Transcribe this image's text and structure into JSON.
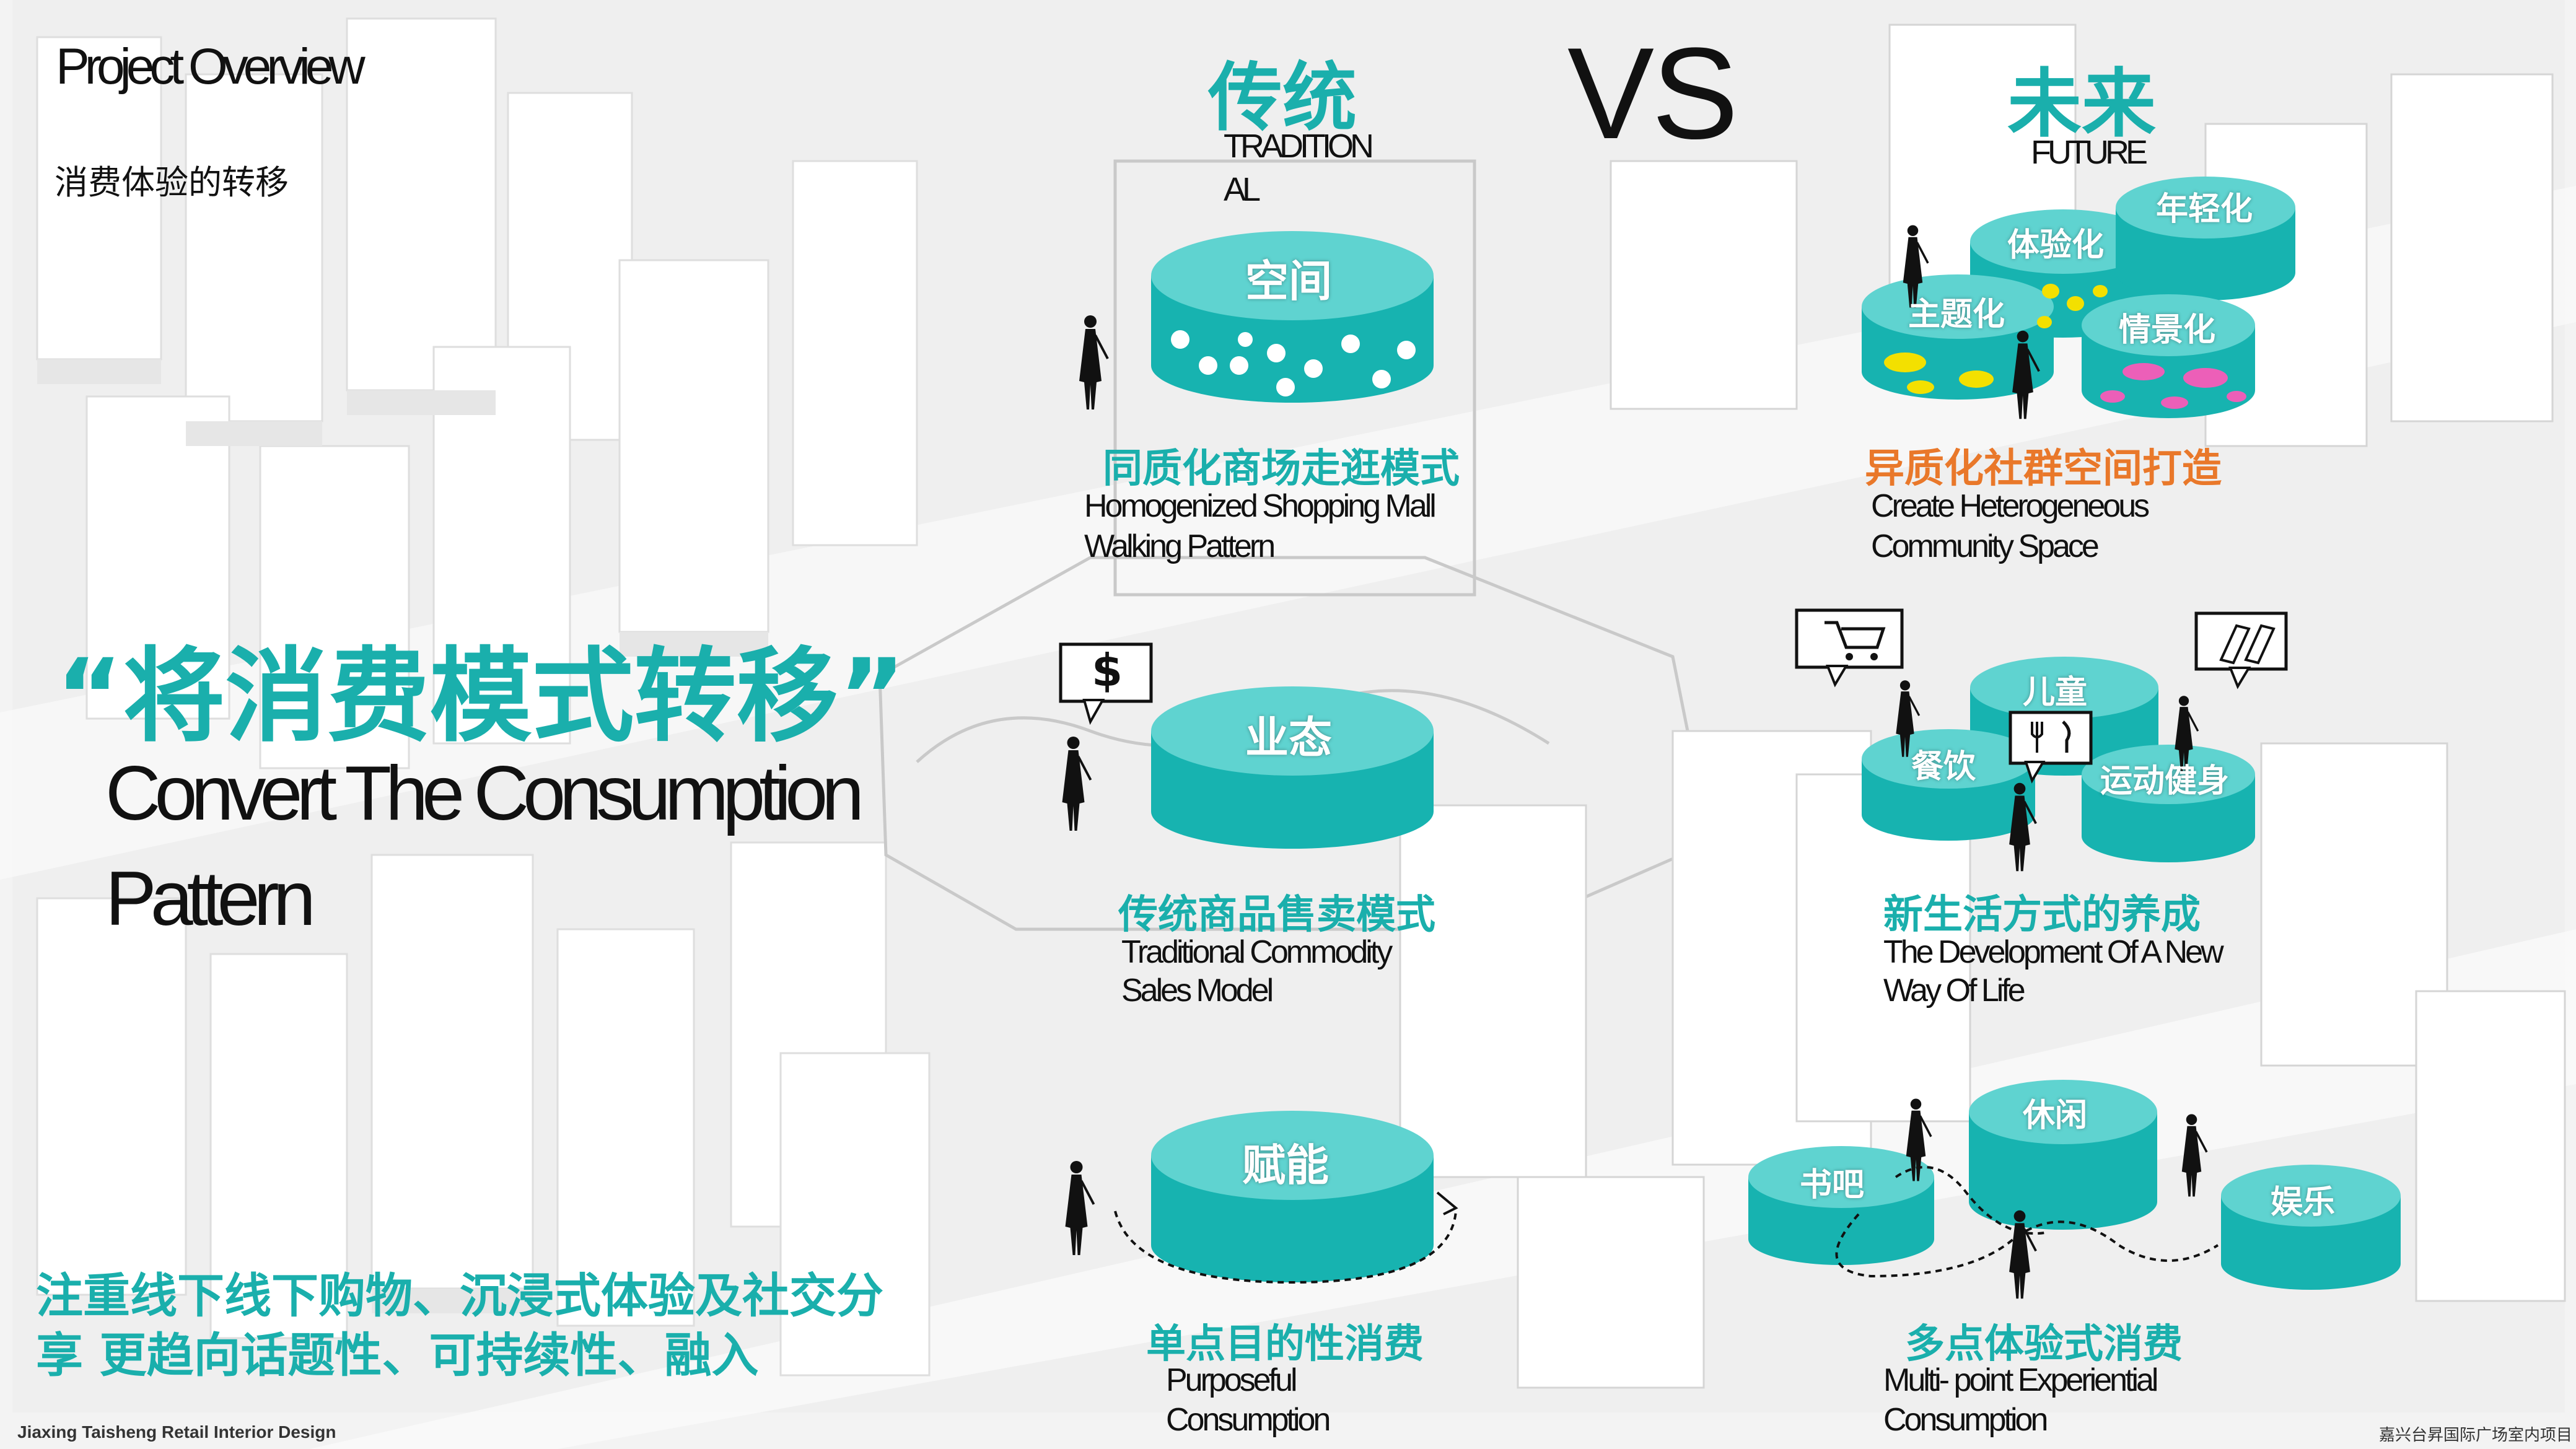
{
  "header": {
    "section_en": "Project Overview",
    "section_cn": "消费体验的转移",
    "traditional_cn": "传统",
    "traditional_en_1": "TRADITION",
    "traditional_en_2": "AL",
    "vs": "VS",
    "future_cn": "未来",
    "future_en": "FUTURE"
  },
  "headline": {
    "quote_cn": "“将消费模式转移”",
    "en_line1": "Convert The Consumption",
    "en_line2": "Pattern"
  },
  "summary": {
    "line1": "注重线下线下购物、沉浸式体验及社交分",
    "line2": "享 更趋向话题性、可持续性、融入"
  },
  "rows": [
    {
      "left_disk": "空间",
      "left_cn": "同质化商场走逛模式",
      "left_en_1": "Homogenized Shopping Mall",
      "left_en_2": "Walking Pattern",
      "right_disks": [
        "体验化",
        "年轻化",
        "主题化",
        "情景化"
      ],
      "right_cn": "异质化社群空间打造",
      "right_en_1": "Create Heterogeneous",
      "right_en_2": "Community Space"
    },
    {
      "left_disk": "业态",
      "left_icon": "$",
      "left_cn": "传统商品售卖模式",
      "left_en_1": "Traditional Commodity",
      "left_en_2": "Sales Model",
      "right_disks": [
        "儿童",
        "餐饮",
        "运动健身"
      ],
      "right_cn": "新生活方式的养成",
      "right_en_1": "The Development Of A New",
      "right_en_2": "Way Of Life"
    },
    {
      "left_disk": "赋能",
      "left_cn": "单点目的性消费",
      "left_en_1": "Purposeful",
      "left_en_2": "Consumption",
      "right_disks": [
        "休闲",
        "书吧",
        "娱乐"
      ],
      "right_cn": "多点体验式消费",
      "right_en_1": "Multi- point Experiential",
      "right_en_2": "Consumption"
    }
  ],
  "footer": {
    "left": "Jiaxing Taisheng Retail Interior Design",
    "right": "嘉兴台昇国际广场室内项目"
  },
  "colors": {
    "teal": "#1aafac",
    "disk_top": "#5fd3d0",
    "disk_side": "#17b3b0",
    "orange": "#e9782a",
    "dot_yellow": "#f3e000",
    "dot_pink": "#ec5fb8"
  }
}
